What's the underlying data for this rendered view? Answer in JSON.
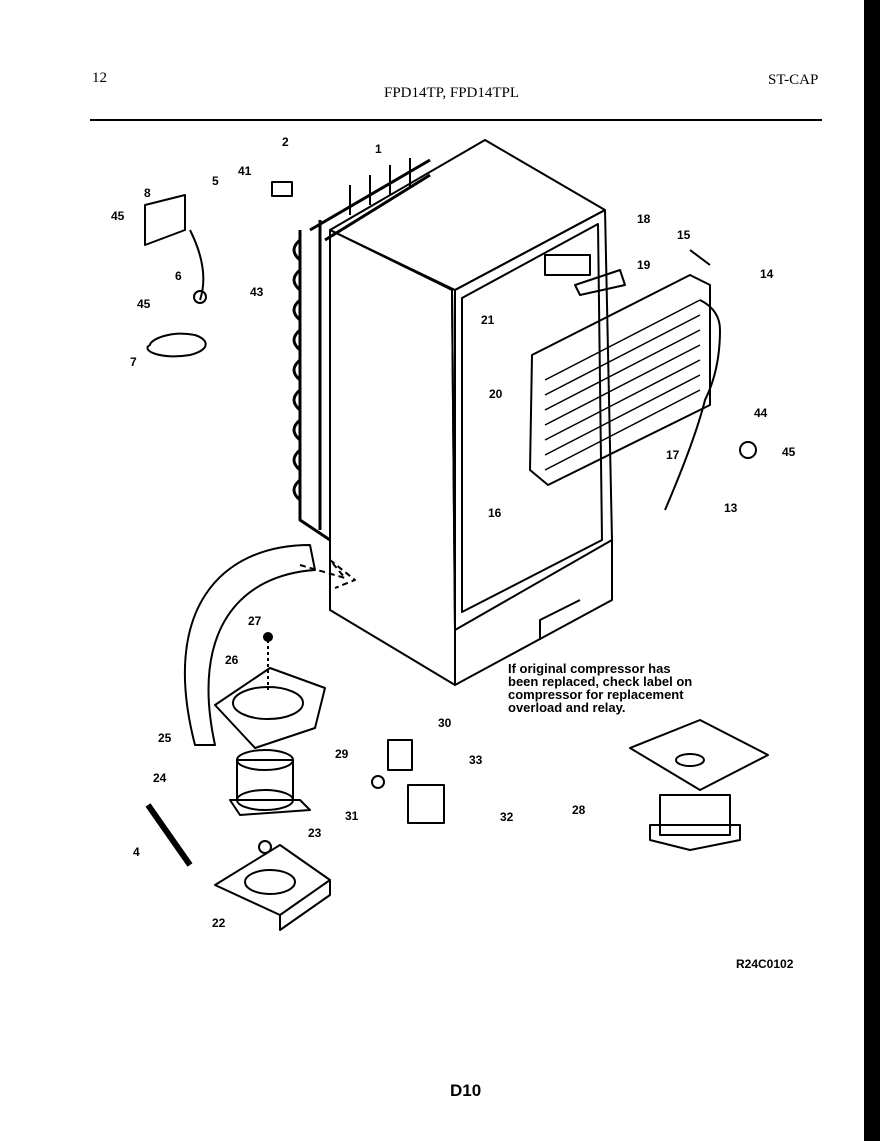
{
  "header": {
    "page_number": "12",
    "models": "FPD14TP, FPD14TPL",
    "section": "ST-CAP"
  },
  "callouts": [
    "1",
    "2",
    "41",
    "5",
    "8",
    "45",
    "6",
    "45",
    "43",
    "7",
    "18",
    "15",
    "19",
    "14",
    "21",
    "20",
    "44",
    "45",
    "17",
    "16",
    "13",
    "27",
    "26",
    "30",
    "25",
    "29",
    "33",
    "24",
    "31",
    "32",
    "23",
    "4",
    "28",
    "22"
  ],
  "note_lines": [
    "If original compressor has",
    "been replaced, check label on",
    "compressor for replacement",
    "overload and relay."
  ],
  "diagram_ref": "R24C0102",
  "footer": "D10"
}
